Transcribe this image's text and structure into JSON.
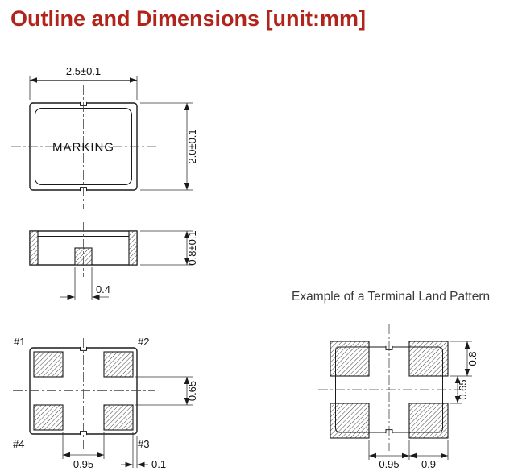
{
  "page": {
    "title": "Outline and Dimensions [unit:mm]"
  },
  "colors": {
    "title_red": "#b1241b",
    "line_black": "#1a1a1a",
    "caption_gray": "#3a3a3a"
  },
  "top_view": {
    "marking_label": "MARKING",
    "width_dim": "2.5±0.1",
    "height_dim": "2.0±0.1"
  },
  "side_view": {
    "height_dim": "0.8±0.1",
    "center_pad_width_dim": "0.4"
  },
  "bottom_view": {
    "pin1_label": "#1",
    "pin2_label": "#2",
    "pin3_label": "#3",
    "pin4_label": "#4",
    "vertical_gap_dim": "0.65",
    "horizontal_gap_dim": "0.95",
    "edge_offset_dim": "0.1"
  },
  "land_pattern": {
    "caption": "Example of a Terminal Land Pattern",
    "pad_height_dim": "0.8",
    "vertical_gap_dim": "0.65",
    "horizontal_gap_dim": "0.95",
    "pad_width_dim": "0.9"
  }
}
